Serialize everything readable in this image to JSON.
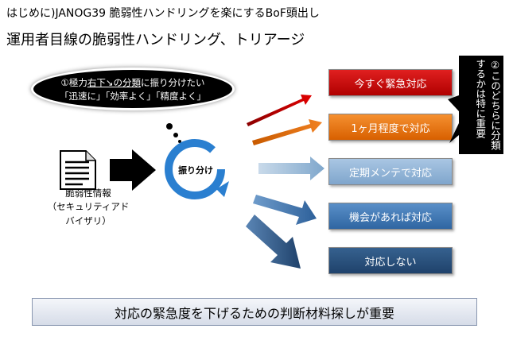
{
  "header": {
    "subtitle": "はじめに)JANOG39 脆弱性ハンドリングを楽にするBoF頭出し",
    "title": "運用者目線の脆弱性ハンドリング、トリアージ"
  },
  "cloud": {
    "prefix": "①極力",
    "underlined": "右下↘の分類",
    "suffix": "に振り分けたい",
    "line2": "「迅速に」「効率よく」「精度よく」"
  },
  "source": {
    "line1": "脆弱性情報",
    "line2": "（セキュリティアドバイザリ）"
  },
  "cycle": {
    "label": "振り分け"
  },
  "categories": [
    {
      "label": "今すぐ緊急対応",
      "color": "#c00000"
    },
    {
      "label": "1ヶ月程度で対応",
      "color": "#e46c0a"
    },
    {
      "label": "定期メンテで対応",
      "color": "#8db3d6"
    },
    {
      "label": "機会があれば対応",
      "color": "#3f77b0"
    },
    {
      "label": "対応しない",
      "color": "#2a4d72"
    }
  ],
  "callout": {
    "line1": "②このどちらに分類",
    "line2": "するかは特に重要"
  },
  "footer": {
    "text": "対応の緊急度を下げるための判断材料探しが重要"
  }
}
